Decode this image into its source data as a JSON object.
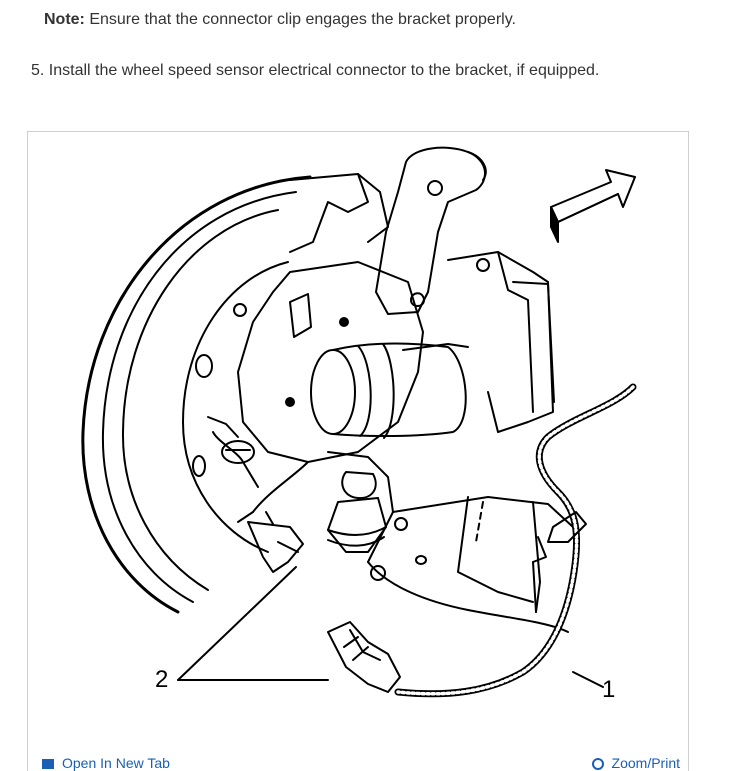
{
  "note": {
    "label": "Note:",
    "text": " Ensure that the connector clip engages the bracket properly."
  },
  "step": {
    "text": "5. Install the wheel speed sensor electrical connector to the bracket, if equipped."
  },
  "figure": {
    "callout_1": "1",
    "callout_2": "2"
  },
  "toolbar": {
    "left_label": "Open In New Tab",
    "right_label": "Zoom/Print"
  }
}
